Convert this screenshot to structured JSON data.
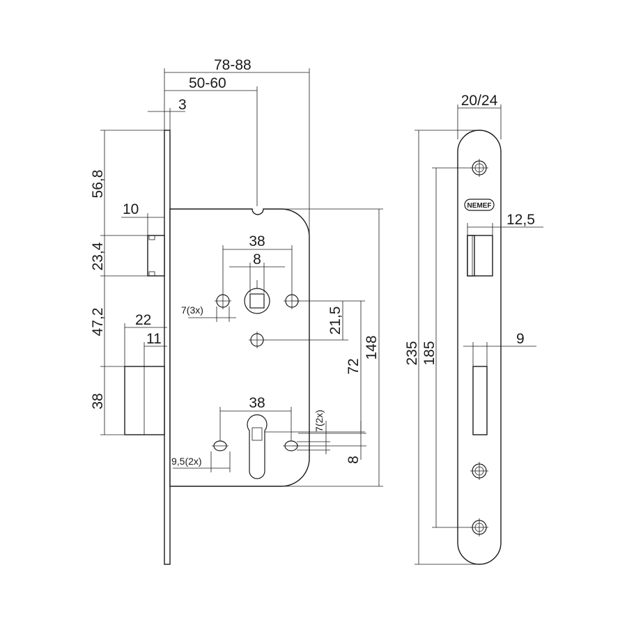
{
  "dimensions": {
    "backset_range_total": "78-88",
    "backset": "50-60",
    "forend_thickness": "3",
    "forend_width": "20/24",
    "latch_to_top": "56,8",
    "latch_depth": "10",
    "latch_height": "23,4",
    "latch_to_bolt": "47,2",
    "bolt_throw": "22",
    "bolt_offset": "11",
    "bolt_height": "38",
    "handle_hole_spacing": "38",
    "follower_square": "8",
    "handle_hole_dia": "7(3x)",
    "follower_to_screw": "21,5",
    "center_distance": "72",
    "case_height": "148",
    "cylinder_hole_spacing": "38",
    "cylinder_hole_dia": "7(2x)",
    "cylinder_counterbore": "9,5(2x)",
    "cylinder_to_hole": "8",
    "forend_length": "235",
    "forend_screw_spacing": "185",
    "latch_opening_width": "12,5",
    "bolt_opening_width": "9"
  },
  "brand": "NEMEF"
}
